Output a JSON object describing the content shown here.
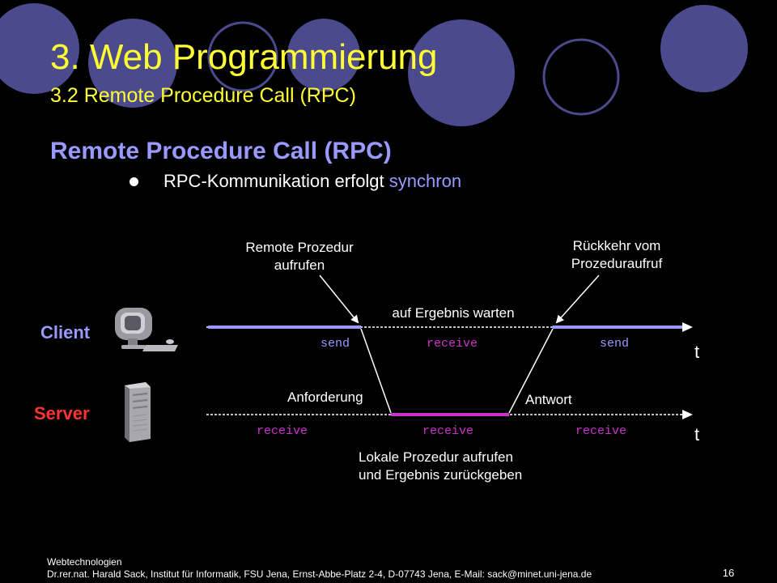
{
  "slide": {
    "title": "3. Web Programmierung",
    "subtitle": "3.2 Remote Procedure Call (RPC)",
    "heading": "Remote Procedure Call (RPC)",
    "bullet": {
      "prefix": "RPC-Kommunikation erfolgt ",
      "highlight": "synchron"
    }
  },
  "diagram": {
    "note_call": [
      "Remote Prozedur",
      "aufrufen"
    ],
    "note_return": [
      "Rückkehr vom",
      "Prozeduraufruf"
    ],
    "note_wait": "auf Ergebnis warten",
    "client": {
      "label": "Client",
      "send1": "send",
      "receive": "receive",
      "send2": "send",
      "time": "t"
    },
    "server": {
      "label": "Server",
      "receive1": "receive",
      "receive2": "receive",
      "receive3": "receive",
      "time": "t"
    },
    "msg_request": "Anforderung",
    "msg_response": "Antwort",
    "note_local": [
      "Lokale Prozedur aufrufen",
      "und Ergebnis zurückgeben"
    ]
  },
  "footer": {
    "course": "Webtechnologien",
    "author_line": "Dr.rer.nat. Harald Sack, Institut für Informatik, FSU Jena, Ernst-Abbe-Platz 2-4, D-07743 Jena, E-Mail: sack@minet.uni-jena.de",
    "page": "16"
  },
  "colors": {
    "title": "#ffff33",
    "accent": "#9999ff",
    "client_label": "#9999ff",
    "server_label": "#ff3333",
    "active_line": "#9999ff",
    "server_active_line": "#cc33cc",
    "circle": "#4a4a8c"
  }
}
